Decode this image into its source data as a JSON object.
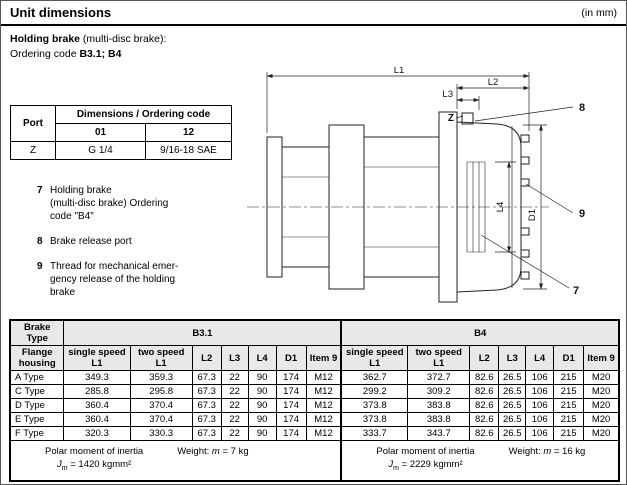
{
  "page": {
    "title": "Unit dimensions",
    "units_note": "(in mm)"
  },
  "intro": {
    "bold1": "Holding brake",
    "rest1": " (multi-disc brake):",
    "pre2": "Ordering code ",
    "bold2": "B3.1; B4"
  },
  "port_table": {
    "port_header": "Port",
    "group_header": "Dimensions / Ordering code",
    "sub_headers": [
      "01",
      "12"
    ],
    "row": {
      "port": "Z",
      "code01": "G 1/4",
      "code12": "9/16-18 SAE"
    }
  },
  "notes": [
    {
      "num": "7",
      "text": "Holding brake\n(multi-disc brake) Ordering\ncode \"B4\""
    },
    {
      "num": "8",
      "text": "Brake release port"
    },
    {
      "num": "9",
      "text": "Thread for mechanical emer-\ngency release of the holding\nbrake"
    }
  ],
  "drawing": {
    "dim_l1": "L1",
    "dim_l2": "L2",
    "dim_l3": "L3",
    "dim_l4": "L4",
    "dim_d1": "D1",
    "port_z": "Z",
    "callout_7": "7",
    "callout_8": "8",
    "callout_9": "9"
  },
  "dim_table": {
    "corner_top": "Brake\nType",
    "corner_bottom": "Flange\nhousing",
    "group_b31": "B3.1",
    "group_b4": "B4",
    "col_headers": [
      "single speed\nL1",
      "two speed\nL1",
      "L2",
      "L3",
      "L4",
      "D1",
      "Item 9"
    ],
    "rows": [
      {
        "flange": "A Type",
        "b31": [
          "349.3",
          "359.3",
          "67.3",
          "22",
          "90",
          "174",
          "M12"
        ],
        "b4": [
          "362.7",
          "372.7",
          "82.6",
          "26.5",
          "106",
          "215",
          "M20"
        ]
      },
      {
        "flange": "C Type",
        "b31": [
          "285.8",
          "295.8",
          "67.3",
          "22",
          "90",
          "174",
          "M12"
        ],
        "b4": [
          "299.2",
          "309.2",
          "82.6",
          "26.5",
          "106",
          "215",
          "M20"
        ]
      },
      {
        "flange": "D Type",
        "b31": [
          "360.4",
          "370.4",
          "67.3",
          "22",
          "90",
          "174",
          "M12"
        ],
        "b4": [
          "373.8",
          "383.8",
          "82.6",
          "26.5",
          "106",
          "215",
          "M20"
        ]
      },
      {
        "flange": "E Type",
        "b31": [
          "360.4",
          "370.4",
          "67.3",
          "22",
          "90",
          "174",
          "M12"
        ],
        "b4": [
          "373.8",
          "383.8",
          "82.6",
          "26.5",
          "106",
          "215",
          "M20"
        ]
      },
      {
        "flange": "F Type",
        "b31": [
          "320.3",
          "330.3",
          "67.3",
          "22",
          "90",
          "174",
          "M12"
        ],
        "b4": [
          "333.7",
          "343.7",
          "82.6",
          "26.5",
          "106",
          "215",
          "M20"
        ]
      }
    ],
    "footer_b31": {
      "label": "Polar moment of inertia",
      "j": "J",
      "j_sub": "m",
      "j_rest": " = 1420 kgmm²",
      "w_pre": "Weight: ",
      "w_sym": "m",
      "w_rest": " = 7 kg"
    },
    "footer_b4": {
      "label": "Polar moment of inertia",
      "j": "J",
      "j_sub": "m",
      "j_rest": " = 2229 kgmm²",
      "w_pre": "Weight: ",
      "w_sym": "m",
      "w_rest": " = 16 kg"
    }
  }
}
